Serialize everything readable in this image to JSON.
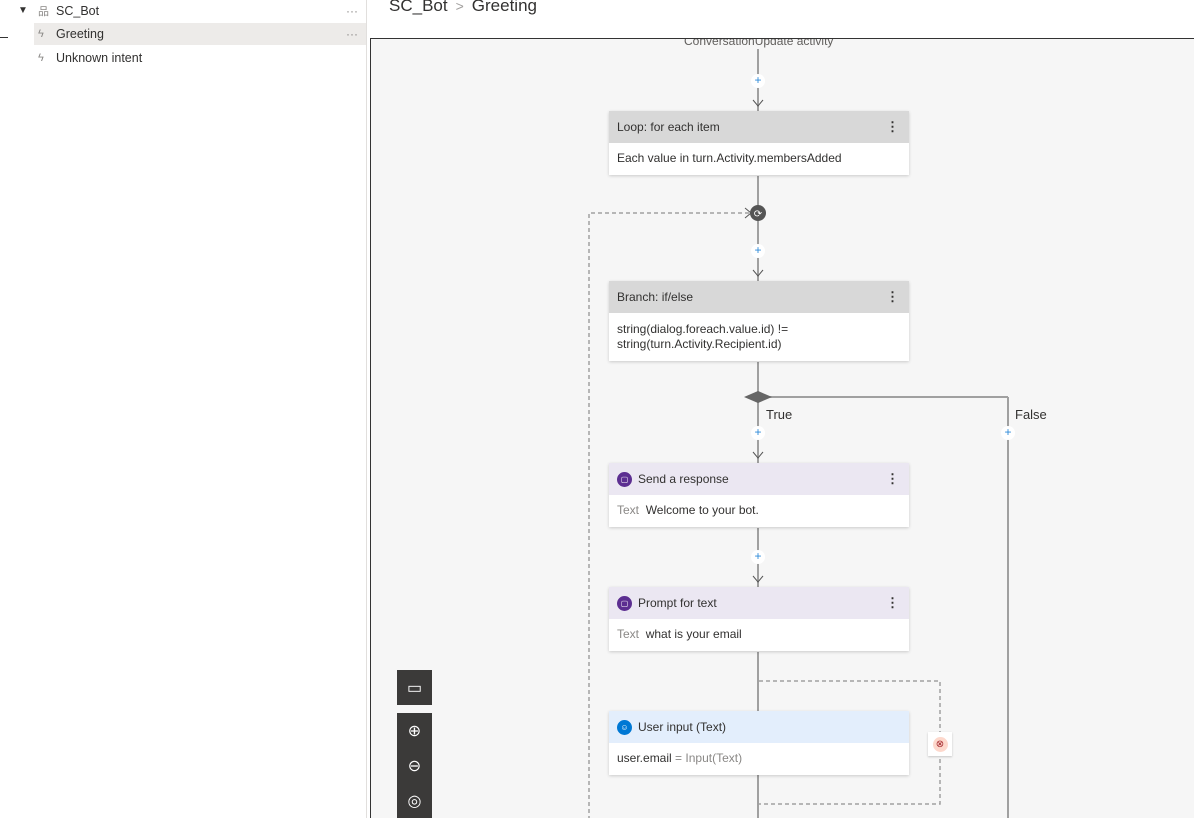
{
  "sidebar": {
    "root": {
      "label": "SC_Bot",
      "icon": "bot-tree-icon"
    },
    "items": [
      {
        "label": "Greeting",
        "icon": "trigger-icon",
        "selected": true
      },
      {
        "label": "Unknown intent",
        "icon": "trigger-icon"
      }
    ],
    "more": "···"
  },
  "breadcrumb": [
    "SC_Bot",
    "Greeting"
  ],
  "canvas": {
    "trigger_label": "ConversationUpdate activity",
    "loop": {
      "title": "Loop: for each item",
      "body": "Each value in turn.Activity.membersAdded"
    },
    "branch": {
      "title": "Branch: if/else",
      "body": "string(dialog.foreach.value.id) != string(turn.Activity.Recipient.id)",
      "true_label": "True",
      "false_label": "False"
    },
    "send": {
      "title": "Send a response",
      "field": "Text",
      "value": "Welcome to your bot."
    },
    "prompt": {
      "title": "Prompt for text",
      "field": "Text",
      "value": "what is your email"
    },
    "input": {
      "title": "User input (Text)",
      "property": "user.email",
      "op": "=",
      "value": "Input(Text)"
    },
    "colors": {
      "purple": "#5c2e91",
      "blue": "#0078d4",
      "plus": "#2b88d8"
    }
  }
}
